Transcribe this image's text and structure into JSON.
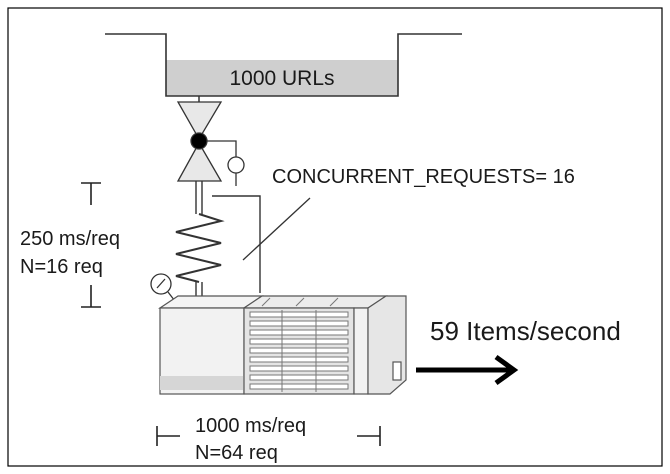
{
  "queue": {
    "label": "1000 URLs"
  },
  "valve": {
    "concurrency_label": "CONCURRENT_REQUESTS= 16"
  },
  "latency": {
    "rate": "250 ms/req",
    "count": "N=16 req"
  },
  "processor": {
    "rate": "1000 ms/req",
    "count": "N=64 req"
  },
  "output": {
    "label": "59 Items/second"
  }
}
